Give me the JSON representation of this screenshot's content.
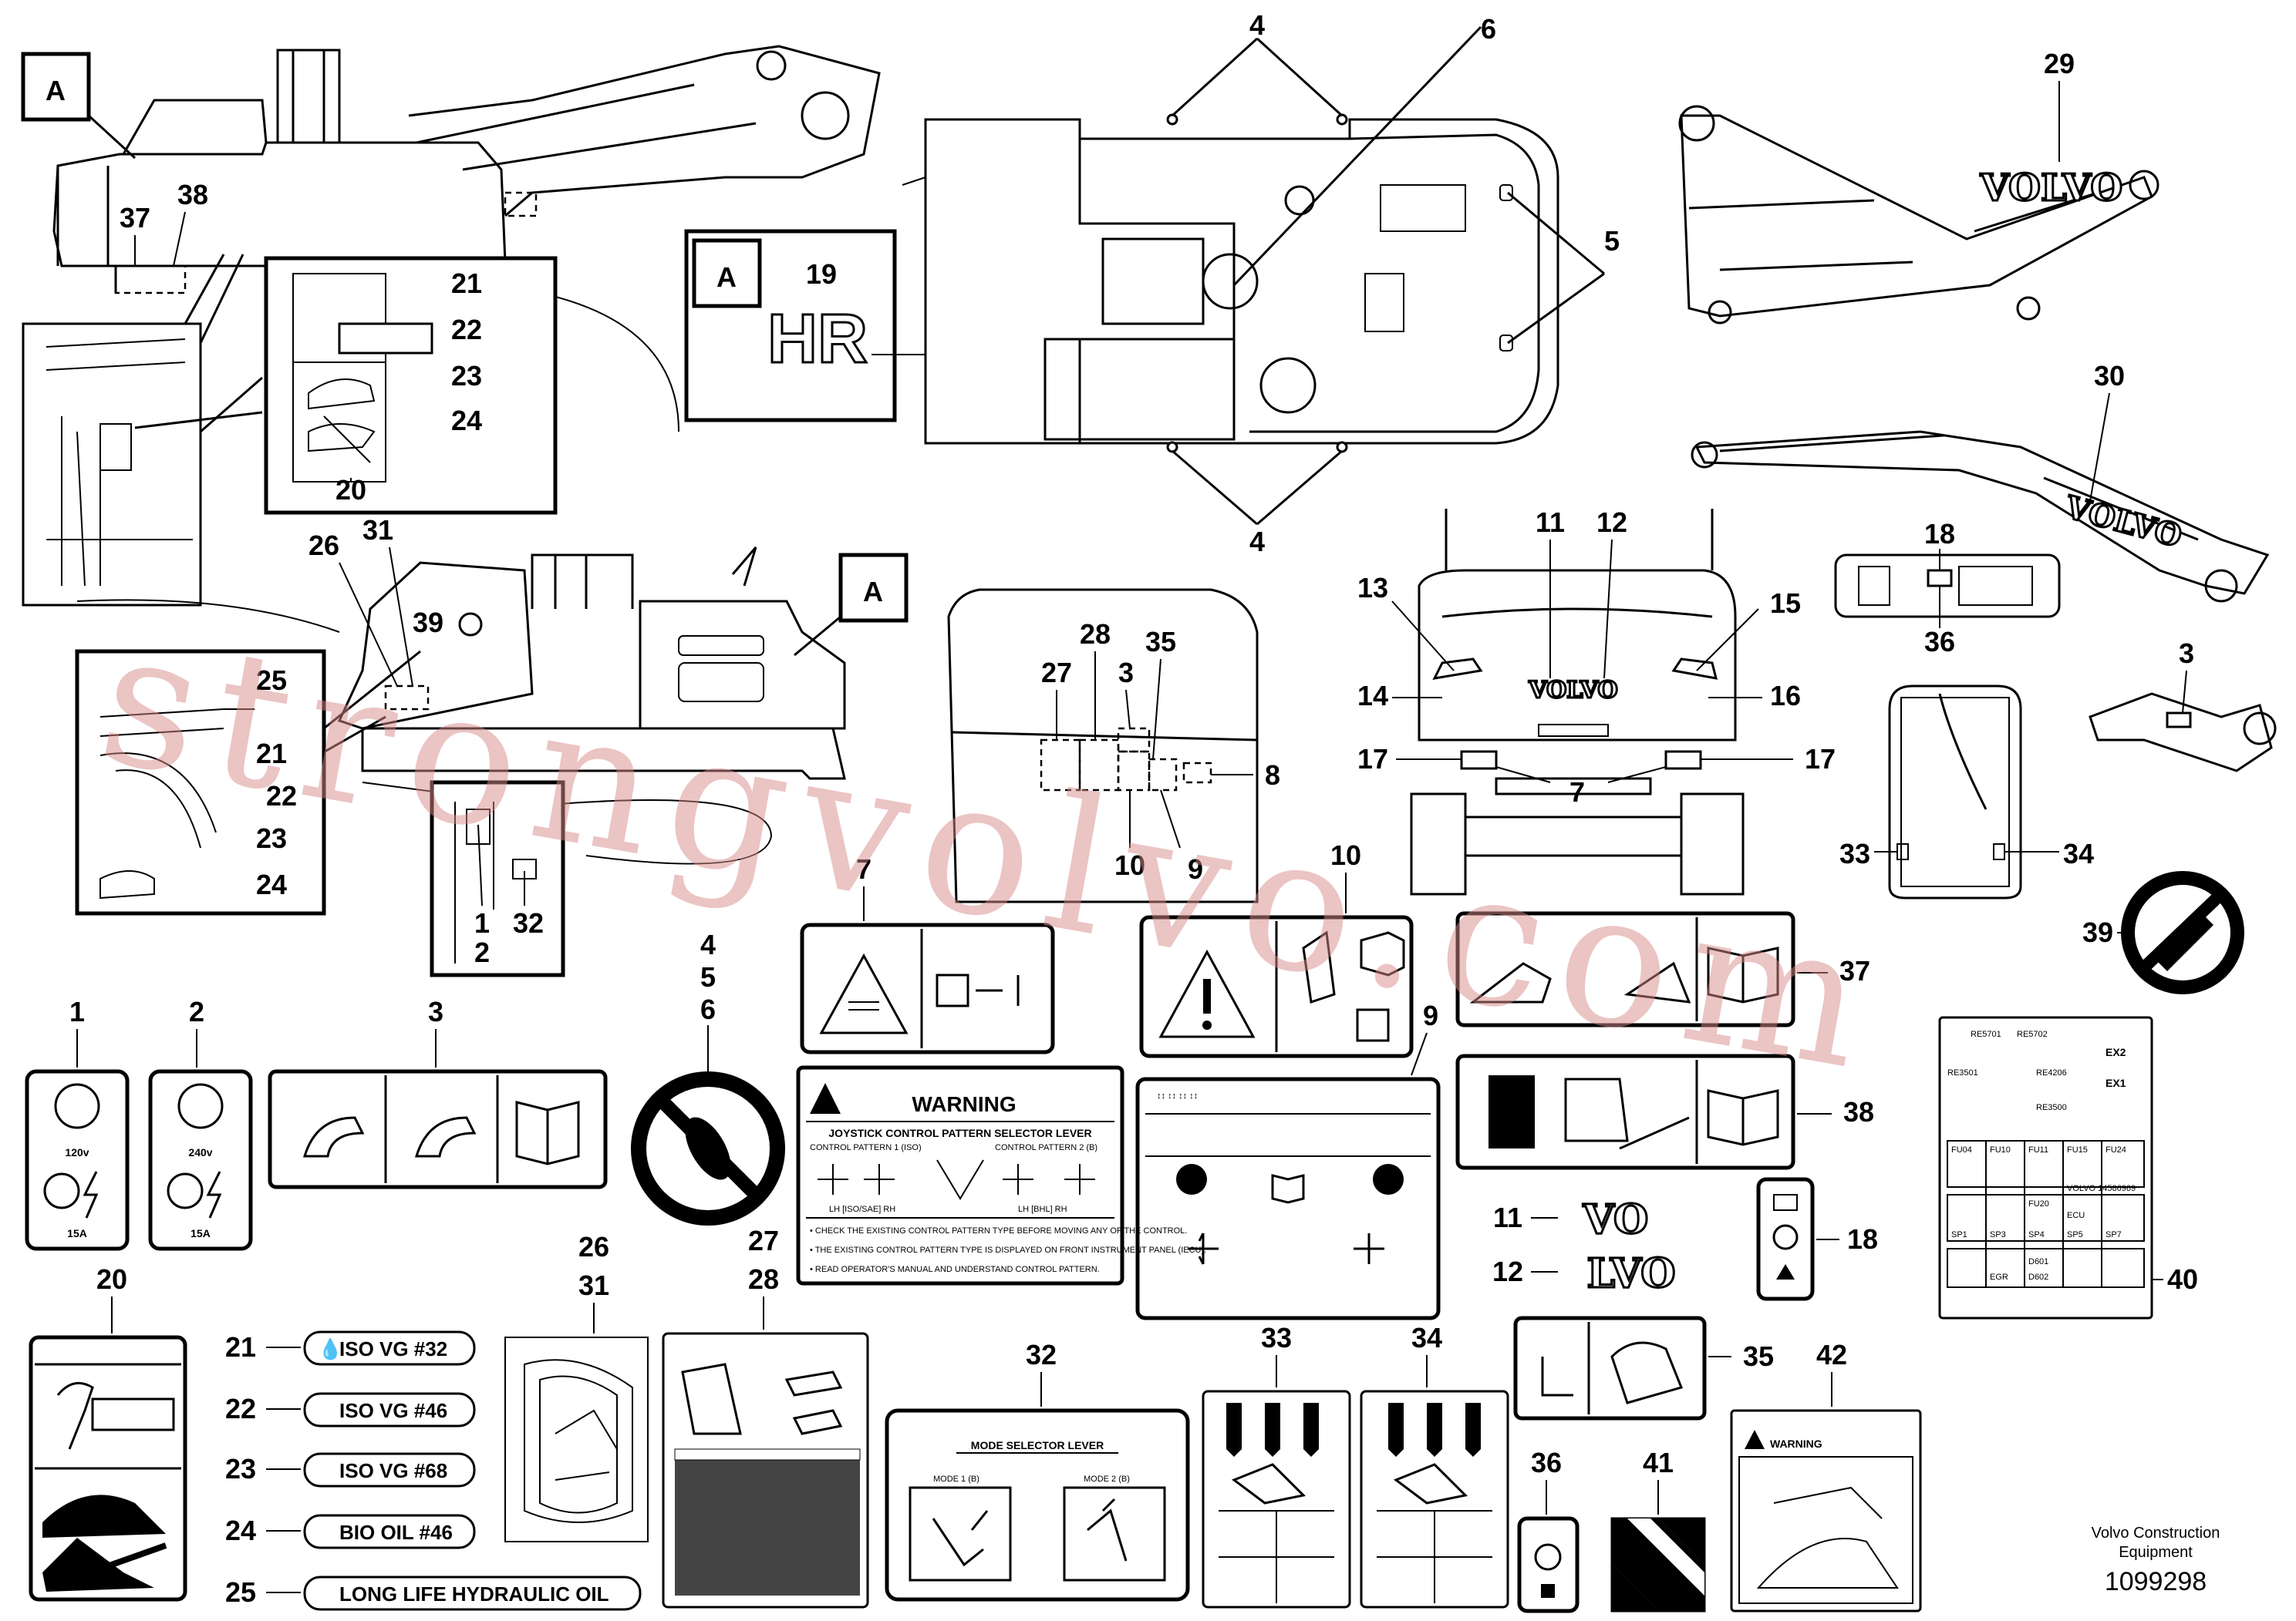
{
  "callouts": {
    "n1": "1",
    "n2": "2",
    "n3": "3",
    "n4": "4",
    "n5": "5",
    "n6": "6",
    "n7": "7",
    "n8": "8",
    "n9": "9",
    "n10": "10",
    "n11": "11",
    "n12": "12",
    "n13": "13",
    "n14": "14",
    "n15": "15",
    "n16": "16",
    "n17": "17",
    "n18": "18",
    "n19": "19",
    "n20": "20",
    "n21": "21",
    "n22": "22",
    "n23": "23",
    "n24": "24",
    "n25": "25",
    "n26": "26",
    "n27": "27",
    "n28": "28",
    "n29": "29",
    "n30": "30",
    "n31": "31",
    "n32": "32",
    "n33": "33",
    "n34": "34",
    "n35": "35",
    "n36": "36",
    "n37": "37",
    "n38": "38",
    "n39": "39",
    "n40": "40",
    "n41": "41",
    "n42": "42"
  },
  "view_marker": "A",
  "decal_hr": "HR",
  "decal_power": {
    "v120": "120v",
    "v240": "240v",
    "amp": "15A"
  },
  "brand": {
    "volvo": "VOLVO",
    "vo": "VO",
    "lvo": "LVO"
  },
  "warning_decal": {
    "heading": "WARNING",
    "subheading": "JOYSTICK CONTROL PATTERN SELECTOR LEVER",
    "pattern1": "CONTROL PATTERN 1 (ISO)",
    "pattern2": "CONTROL PATTERN 2 (B)",
    "lh_iso": "LH [ISO/SAE] RH",
    "lh_bhl": "LH [BHL] RH",
    "bullet1": "• CHECK THE EXISTING CONTROL PATTERN TYPE BEFORE MOVING ANY OF THE CONTROL.",
    "bullet2": "• THE EXISTING CONTROL PATTERN TYPE IS DISPLAYED ON FRONT INSTRUMENT PANEL (IECU).",
    "bullet3": "• READ OPERATOR'S MANUAL AND UNDERSTAND CONTROL PATTERN."
  },
  "oil_labels": [
    "ISO VG #32",
    "ISO VG #46",
    "ISO VG #68",
    "BIO OIL #46",
    "LONG LIFE HYDRAULIC OIL"
  ],
  "mode_decal": {
    "title": "MODE SELECTOR LEVER",
    "mode1": "MODE 1 (B)",
    "mode2": "MODE 2 (B)"
  },
  "decal42_warning": "WARNING",
  "fuse_panel": {
    "ex2": "EX2",
    "ex1": "EX1",
    "re5701": "RE5701",
    "re5702": "RE5702",
    "re4206": "RE4206",
    "re3500": "RE3500",
    "re3501": "RE3501",
    "fu04": "FU04",
    "fu10": "FU10",
    "fu11": "FU11",
    "fu15": "FU15",
    "fu20": "FU20",
    "fu24": "FU24",
    "sp1": "SP1",
    "sp3": "SP3",
    "sp4": "SP4",
    "sp5": "SP5",
    "sp7": "SP7",
    "egr": "EGR",
    "ecu": "ECU",
    "d601": "D601",
    "d602": "D602",
    "code": "VOLVO 14586969"
  },
  "footer": {
    "line1": "Volvo Construction",
    "line2": "Equipment",
    "doc": "1099298"
  },
  "watermark": "strongvolvo.com"
}
